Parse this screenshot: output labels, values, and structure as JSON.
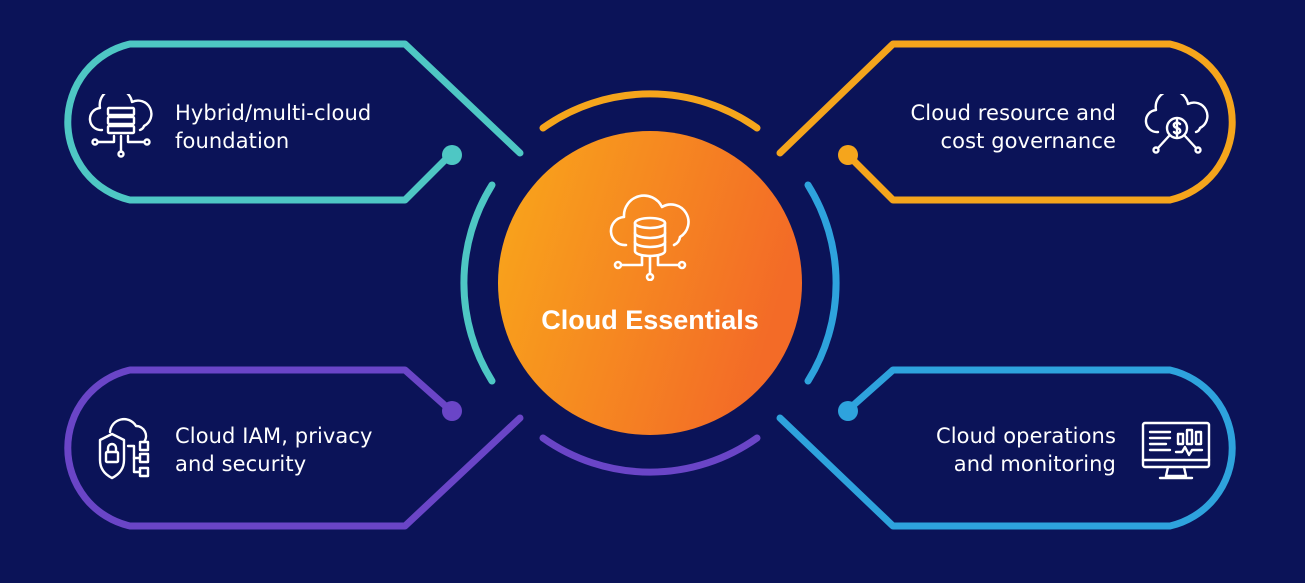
{
  "center": {
    "title": "Cloud Essentials",
    "icon": "cloud-database-icon"
  },
  "cards": {
    "top_left": {
      "line1": "Hybrid/multi-cloud",
      "line2": "foundation",
      "icon": "cloud-server-network-icon",
      "color": "#4ec7c4"
    },
    "top_right": {
      "line1": "Cloud resource and",
      "line2": "cost governance",
      "icon": "cloud-dollar-icon",
      "color": "#f5a51c"
    },
    "bottom_left": {
      "line1": "Cloud IAM, privacy",
      "line2": "and security",
      "icon": "shield-lock-icon",
      "color": "#6a45c7"
    },
    "bottom_right": {
      "line1": "Cloud operations",
      "line2": "and monitoring",
      "icon": "monitor-dashboard-icon",
      "color": "#2ea3dd"
    }
  },
  "colors": {
    "background": "#0b1358",
    "center_gradient_start": "#f9a81a",
    "center_gradient_end": "#f36b27"
  }
}
